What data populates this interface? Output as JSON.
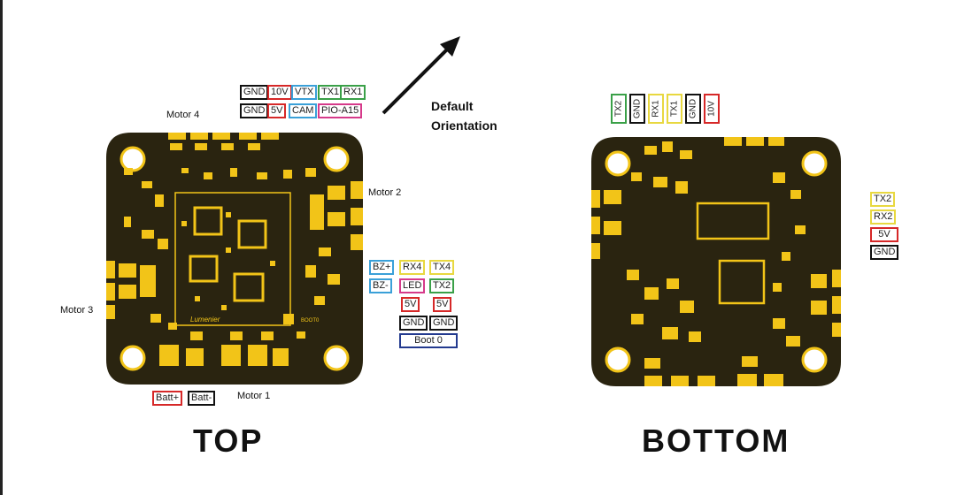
{
  "colors": {
    "board": "#2a2410",
    "pad": "#f2c418",
    "black": "#111111",
    "red": "#d62828",
    "blue": "#3aa0d8",
    "green": "#3aa048",
    "yellow": "#e8d840",
    "pink": "#d63a8a",
    "navy": "#233a8f",
    "gray": "#555555"
  },
  "orientation": {
    "line1": "Default",
    "line2": "Orientation"
  },
  "top": {
    "title": "TOP",
    "brand": "Lumenier",
    "boot_mark": "BOOT0",
    "motors": {
      "m1": "Motor 1",
      "m2": "Motor 2",
      "m3": "Motor 3",
      "m4": "Motor 4"
    },
    "header_row1": [
      "GND",
      "10V",
      "VTX",
      "TX1",
      "RX1"
    ],
    "header_row2": [
      "GND",
      "5V",
      "CAM",
      "PIO-A15"
    ],
    "right_labels": {
      "bz_plus": "BZ+",
      "rx4": "RX4",
      "tx4": "TX4",
      "bz_minus": "BZ-",
      "led": "LED",
      "tx2": "TX2",
      "v5a": "5V",
      "v5b": "5V",
      "gnda": "GND",
      "gndb": "GND",
      "boot": "Boot 0"
    },
    "batt": [
      "Batt+",
      "Batt-"
    ]
  },
  "bottom": {
    "title": "BOTTOM",
    "top_vertical": [
      "TX2",
      "GND",
      "RX1",
      "TX1",
      "GND",
      "10V"
    ],
    "right_labels": [
      "TX2",
      "RX2",
      "5V",
      "GND"
    ]
  }
}
